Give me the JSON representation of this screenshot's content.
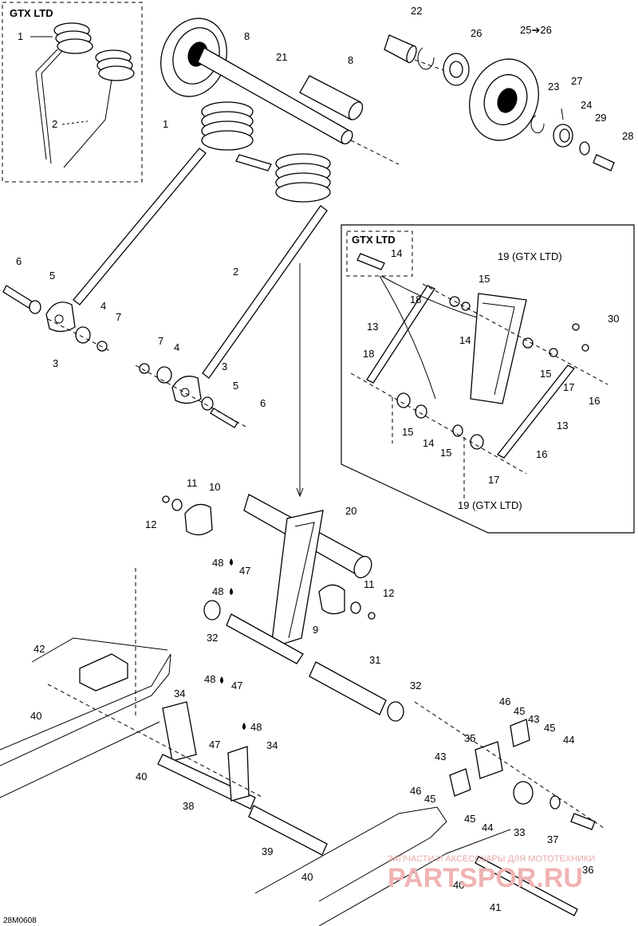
{
  "box_titles": {
    "top_left": "GTX LTD",
    "right_inner": "GTX LTD"
  },
  "callouts": {
    "c1a": "1",
    "c2a": "2",
    "c1b": "1",
    "c2b": "2",
    "c8a": "8",
    "c21": "21",
    "c8b": "8",
    "c22": "22",
    "c26": "26",
    "c2526": "25➔26",
    "c23": "23",
    "c27": "27",
    "c24": "24",
    "c29": "29",
    "c28": "28",
    "c6a": "6",
    "c5a": "5",
    "c4a": "4",
    "c7a": "7",
    "c3a": "3",
    "c7b": "7",
    "c4b": "4",
    "c3b": "3",
    "c5b": "5",
    "c6b": "6",
    "c14a": "14",
    "c19a": "19 (GTX LTD)",
    "c15a": "15",
    "c18a": "18",
    "c13a": "13",
    "c14b": "14",
    "c30": "30",
    "c18b": "18",
    "c15b": "15",
    "c17a": "17",
    "c16a": "16",
    "c13b": "13",
    "c15c": "15",
    "c14c": "14",
    "c15d": "15",
    "c16b": "16",
    "c17b": "17",
    "c19b": "19 (GTX LTD)",
    "c11a": "11",
    "c10": "10",
    "c12a": "12",
    "c20": "20",
    "c48a": "48",
    "c47a": "47",
    "c48b": "48",
    "c11b": "11",
    "c12b": "12",
    "c9": "9",
    "c32a": "32",
    "c48c": "48",
    "c47b": "47",
    "c31": "31",
    "c42": "42",
    "c40a": "40",
    "c34a": "34",
    "c32b": "32",
    "c46a": "46",
    "c45a": "45",
    "c43a": "43",
    "c45b": "45",
    "c44a": "44",
    "c35": "35",
    "c48d": "48",
    "c47c": "47",
    "c34b": "34",
    "c40b": "40",
    "c43b": "43",
    "c46b": "46",
    "c45c": "45",
    "c38": "38",
    "c45d": "45",
    "c44b": "44",
    "c33": "33",
    "c37": "37",
    "c39": "39",
    "c40c": "40",
    "c40d": "40",
    "c36": "36",
    "c41": "41"
  },
  "watermark": {
    "tagline": "ЗАПЧАСТИ И АКСЕССУАРЫ ДЛЯ МОТОТЕХНИКИ",
    "brand": "PARTSPOR.RU"
  },
  "diagram_code": "28M0608"
}
